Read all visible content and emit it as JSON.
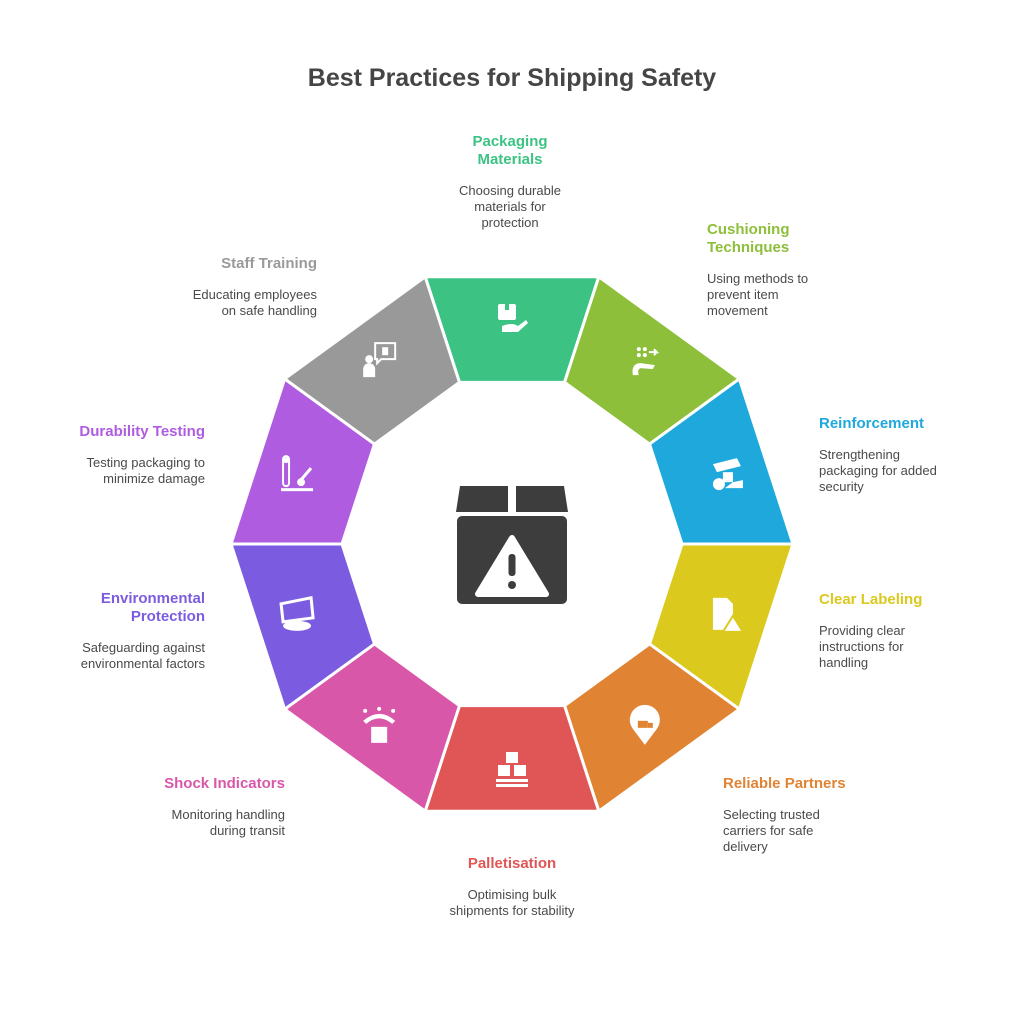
{
  "title": "Best Practices for Shipping Safety",
  "center_icon": "package-warning-icon",
  "segments": [
    {
      "key": "packaging",
      "title": "Packaging Materials",
      "title_lines": [
        "Packaging",
        "Materials"
      ],
      "desc_lines": [
        "Choosing durable",
        "materials for",
        "protection"
      ],
      "color": "#3cc384",
      "icon": "package-hand-icon"
    },
    {
      "key": "cushioning",
      "title": "Cushioning Techniques",
      "title_lines": [
        "Cushioning",
        "Techniques"
      ],
      "desc_lines": [
        "Using methods to",
        "prevent item",
        "movement"
      ],
      "color": "#8dbf3a",
      "icon": "cushion-icon"
    },
    {
      "key": "reinforcement",
      "title": "Reinforcement",
      "title_lines": [
        "Reinforcement"
      ],
      "desc_lines": [
        "Strengthening",
        "packaging for added",
        "security"
      ],
      "color": "#1ea8dc",
      "icon": "tape-roll-icon"
    },
    {
      "key": "labeling",
      "title": "Clear Labeling",
      "title_lines": [
        "Clear Labeling"
      ],
      "desc_lines": [
        "Providing clear",
        "instructions for",
        "handling"
      ],
      "color": "#dbc91e",
      "icon": "label-warning-icon"
    },
    {
      "key": "partners",
      "title": "Reliable Partners",
      "title_lines": [
        "Reliable Partners"
      ],
      "desc_lines": [
        "Selecting trusted",
        "carriers for safe",
        "delivery"
      ],
      "color": "#e08434",
      "icon": "delivery-pin-icon"
    },
    {
      "key": "palletisation",
      "title": "Palletisation",
      "title_lines": [
        "Palletisation"
      ],
      "desc_lines": [
        "Optimising bulk",
        "shipments for stability"
      ],
      "color": "#e05555",
      "icon": "pallet-boxes-icon"
    },
    {
      "key": "shock",
      "title": "Shock Indicators",
      "title_lines": [
        "Shock Indicators"
      ],
      "desc_lines": [
        "Monitoring handling",
        "during transit"
      ],
      "color": "#d957a8",
      "icon": "shock-box-icon"
    },
    {
      "key": "environmental",
      "title": "Environmental Protection",
      "title_lines": [
        "Environmental",
        "Protection"
      ],
      "desc_lines": [
        "Safeguarding against",
        "environmental factors"
      ],
      "color": "#7b5ce0",
      "icon": "protected-box-icon"
    },
    {
      "key": "durability",
      "title": "Durability Testing",
      "title_lines": [
        "Durability Testing"
      ],
      "desc_lines": [
        "Testing packaging to",
        "minimize damage"
      ],
      "color": "#b05ce0",
      "icon": "test-gauge-icon"
    },
    {
      "key": "staff",
      "title": "Staff Training",
      "title_lines": [
        "Staff Training"
      ],
      "desc_lines": [
        "Educating employees",
        "on safe handling"
      ],
      "color": "#999999",
      "icon": "trainer-board-icon"
    }
  ]
}
